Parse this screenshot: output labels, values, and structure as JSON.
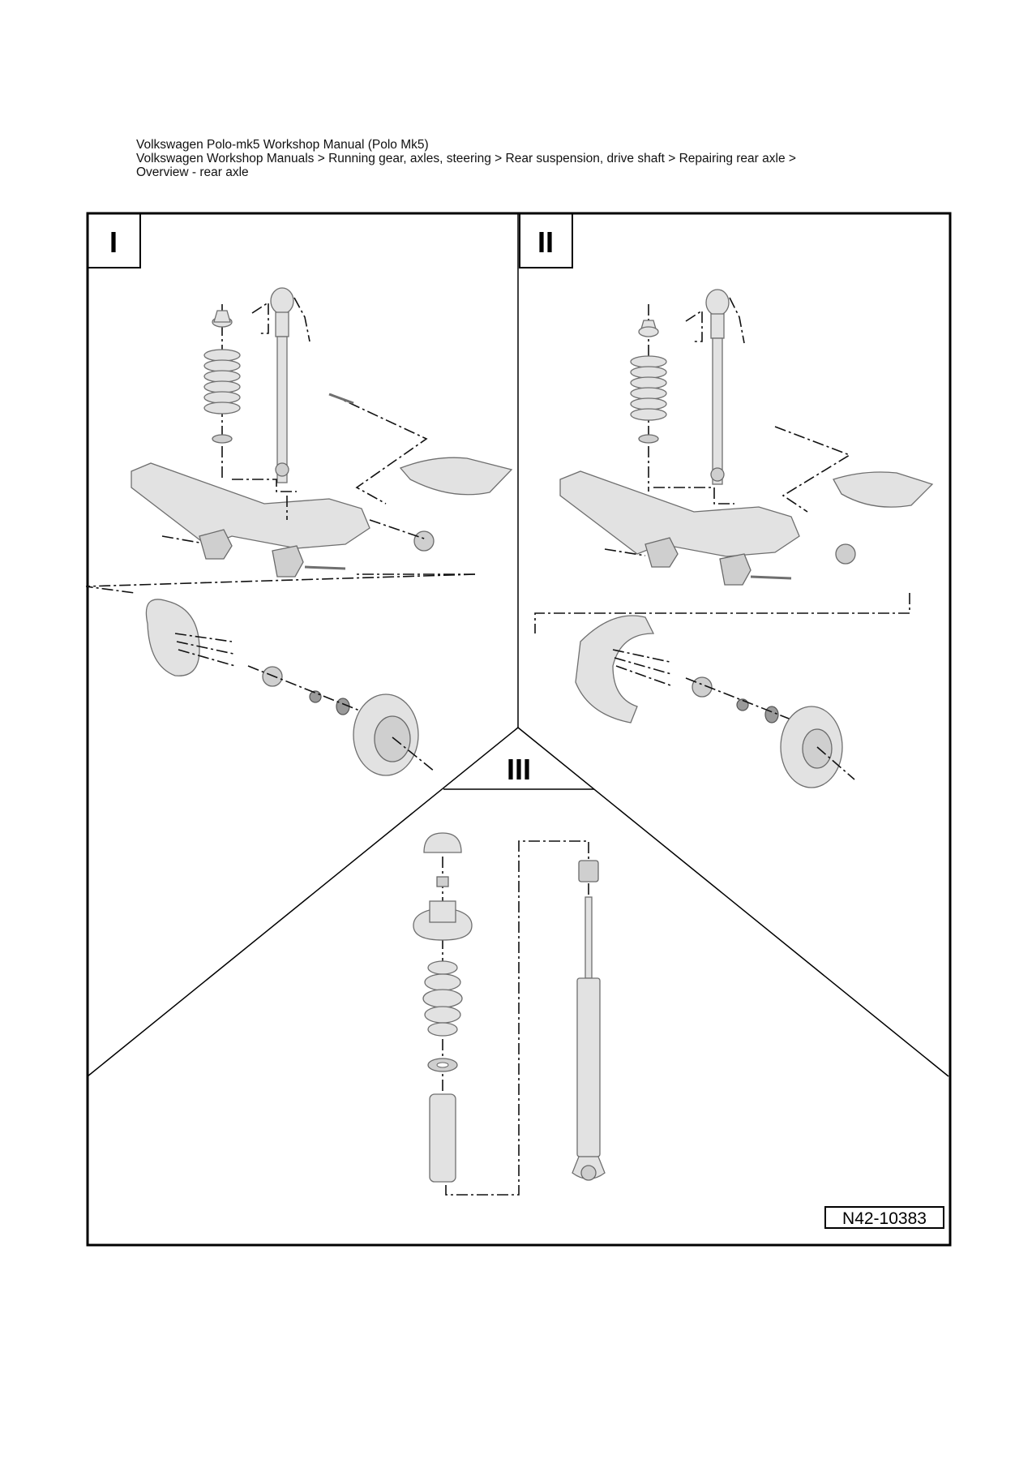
{
  "header": {
    "manual_title": "Volkswagen Polo-mk5 Workshop Manual (Polo Mk5)",
    "breadcrumb": "Volkswagen Workshop Manuals > Running gear, axles, steering > Rear suspension, drive shaft > Repairing rear axle >",
    "page_title": "Overview - rear axle"
  },
  "diagram": {
    "section_labels": [
      "I",
      "II",
      "III"
    ],
    "reference_code": "N42-10383"
  }
}
